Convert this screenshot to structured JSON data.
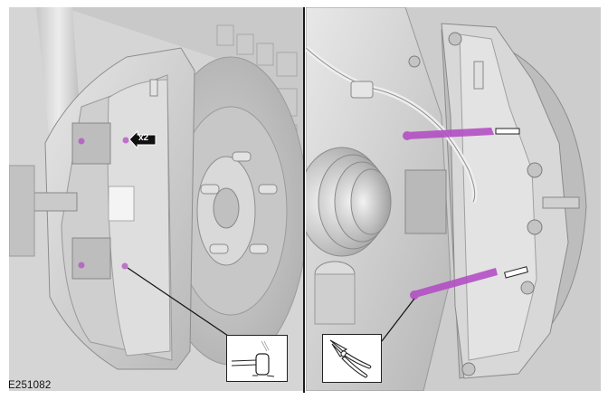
{
  "figure": {
    "id": "E251082",
    "type": "Service procedure illustration — front brake caliper",
    "panels": [
      {
        "name": "left-panel",
        "description": "Front brake caliper and disc, outboard view",
        "callouts": [
          {
            "label": "x2",
            "meaning": "Quantity indicator: two pad retaining pins"
          },
          {
            "tool": "hammer-icon",
            "meaning": "Tap out pins using hammer"
          }
        ]
      },
      {
        "name": "right-panel",
        "description": "Brake caliper inboard view showing pad retaining pins highlighted",
        "callouts": [
          {
            "tool": "pliers-icon",
            "meaning": "Remove pins using pliers"
          }
        ]
      }
    ],
    "highlight_color": "#b34fc4",
    "base_gray": "#cfcfcf"
  },
  "labels": {
    "figure_id": "E251082",
    "quantity": "x2"
  }
}
